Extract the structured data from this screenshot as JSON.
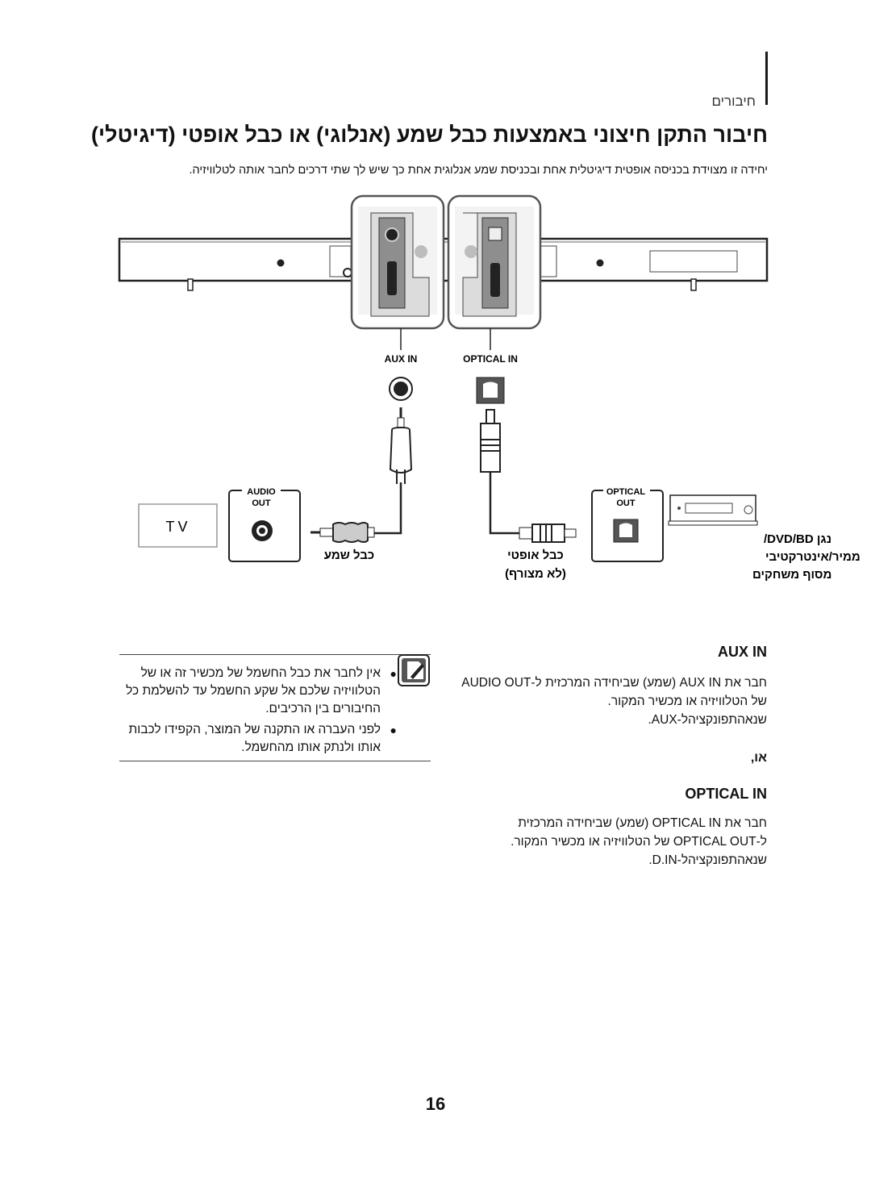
{
  "header": {
    "section_label": "חיבורים",
    "title": "חיבור התקן חיצוני באמצעות כבל שמע (אנלוגי) או כבל אופטי (דיגיטלי)",
    "intro": "יחידה זו מצוידת בכניסה אופטית דיגיטלית אחת ובכניסת שמע אנלוגית אחת כך שיש לך שתי דרכים לחבר אותה לטלוויזיה."
  },
  "diagram": {
    "port_aux": "AUX IN",
    "port_optical": "OPTICAL IN",
    "tv_label": "TV",
    "tv_audio_out_1": "AUDIO",
    "tv_audio_out_2": "OUT",
    "dev_optical_out_1": "OPTICAL",
    "dev_optical_out_2": "OUT",
    "audio_cable": "כבל שמע",
    "optical_cable": "כבל אופטי",
    "optical_not_supplied": "(לא מצורף)",
    "device_line1": "נגן DVD/BD/",
    "device_line2": "ממיר/אינטרקטיבי",
    "device_line3": "מסוף משחקים"
  },
  "notes": {
    "item1": "אין לחבר את כבל החשמל של מכשיר זה או של הטלוויזיה שלכם אל שקע החשמל עד להשלמת כל החיבורים בין הרכיבים.",
    "item2": "לפני העברה או התקנה של המוצר, הקפידו לכבות אותו ולנתק אותו מהחשמל."
  },
  "aux_section": {
    "heading": "AUX IN",
    "line1": "חבר את AUX IN (שמע) שביחידה המרכזית ל-AUDIO OUT",
    "line2": "של הטלוויזיה או מכשיר המקור.",
    "line3": "שנאהתפונקציהל-AUX."
  },
  "or_label": "או,",
  "optical_section": {
    "heading": "OPTICAL IN",
    "line1": "חבר את OPTICAL IN (שמע) שביחידה המרכזית",
    "line2": "ל-OPTICAL OUT של הטלוויזיה או מכשיר המקור.",
    "line3": "שנאהתפונקציהל-D.IN."
  },
  "page_number": "16"
}
